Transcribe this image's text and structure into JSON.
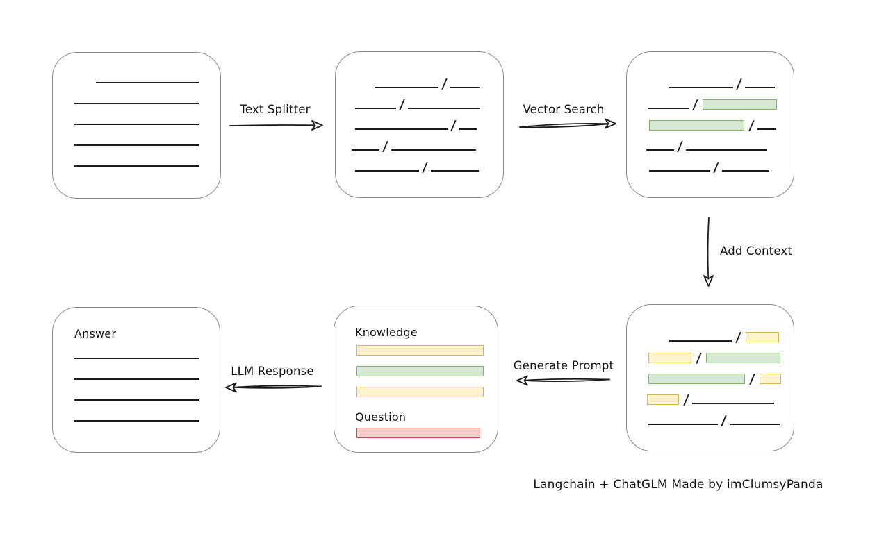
{
  "caption": "Langchain + ChatGLM Made by imClumsyPanda",
  "arrows": {
    "text_splitter": "Text Splitter",
    "vector_search": "Vector Search",
    "add_context": "Add Context",
    "generate_prompt": "Generate Prompt",
    "llm_response": "LLM Response"
  },
  "prompt_box": {
    "knowledge_label": "Knowledge",
    "question_label": "Question"
  },
  "answer_box": {
    "label": "Answer"
  },
  "colors": {
    "ink": "#1b1b1b",
    "box_border": "#8a8a8a",
    "chunk_green_fill": "#d5e8d4",
    "chunk_green_stroke": "#82b366",
    "chunk_yellow_fill": "#fff2cc",
    "chunk_yellow_stroke": "#d6b656",
    "chunk_red_fill": "#f8cecc",
    "chunk_red_stroke": "#b85450"
  },
  "rows": {
    "document": [
      {
        "indent": 31,
        "segments": [
          {
            "t": "line",
            "w": 148
          }
        ]
      },
      {
        "indent": 0,
        "segments": [
          {
            "t": "line",
            "w": 179
          }
        ]
      },
      {
        "indent": 0,
        "segments": [
          {
            "t": "line",
            "w": 179
          }
        ]
      },
      {
        "indent": 0,
        "segments": [
          {
            "t": "line",
            "w": 179
          }
        ]
      },
      {
        "indent": 0,
        "segments": [
          {
            "t": "line",
            "w": 179
          }
        ]
      }
    ],
    "chunks": [
      {
        "indent": 33,
        "segments": [
          {
            "t": "line",
            "w": 92
          },
          {
            "t": "slash"
          },
          {
            "t": "line",
            "w": 43
          }
        ]
      },
      {
        "indent": 5,
        "segments": [
          {
            "t": "line",
            "w": 59
          },
          {
            "t": "slash"
          },
          {
            "t": "line",
            "w": 104
          }
        ]
      },
      {
        "indent": 5,
        "segments": [
          {
            "t": "line",
            "w": 133
          },
          {
            "t": "slash"
          },
          {
            "t": "line",
            "w": 25
          }
        ]
      },
      {
        "indent": 0,
        "segments": [
          {
            "t": "line",
            "w": 40
          },
          {
            "t": "slash"
          },
          {
            "t": "line",
            "w": 122
          }
        ]
      },
      {
        "indent": 5,
        "segments": [
          {
            "t": "line",
            "w": 92
          },
          {
            "t": "slash"
          },
          {
            "t": "line",
            "w": 69
          }
        ]
      }
    ],
    "search_result": [
      {
        "indent": 33,
        "segments": [
          {
            "t": "line",
            "w": 92
          },
          {
            "t": "slash"
          },
          {
            "t": "line",
            "w": 43
          }
        ]
      },
      {
        "indent": 2,
        "segments": [
          {
            "t": "line",
            "w": 60
          },
          {
            "t": "slash"
          },
          {
            "t": "chunk",
            "c": "green",
            "w": 107
          }
        ]
      },
      {
        "indent": 2,
        "segments": [
          {
            "t": "chunk",
            "c": "green",
            "w": 137
          },
          {
            "t": "slash"
          },
          {
            "t": "line",
            "w": 26
          }
        ]
      },
      {
        "indent": 0,
        "segments": [
          {
            "t": "line",
            "w": 40
          },
          {
            "t": "slash"
          },
          {
            "t": "line",
            "w": 117
          }
        ]
      },
      {
        "indent": 4,
        "segments": [
          {
            "t": "line",
            "w": 88
          },
          {
            "t": "slash"
          },
          {
            "t": "line",
            "w": 68
          }
        ]
      }
    ],
    "context": [
      {
        "indent": 33,
        "segments": [
          {
            "t": "line",
            "w": 92
          },
          {
            "t": "slash"
          },
          {
            "t": "chunk",
            "c": "yellow",
            "w": 48
          }
        ]
      },
      {
        "indent": 2,
        "segments": [
          {
            "t": "chunk",
            "c": "yellow",
            "w": 62
          },
          {
            "t": "slash"
          },
          {
            "t": "chunk",
            "c": "green",
            "w": 107
          }
        ]
      },
      {
        "indent": 2,
        "segments": [
          {
            "t": "chunk",
            "c": "green",
            "w": 139
          },
          {
            "t": "slash"
          },
          {
            "t": "chunk",
            "c": "yellow",
            "w": 31
          }
        ]
      },
      {
        "indent": 0,
        "segments": [
          {
            "t": "chunk",
            "c": "yellow",
            "w": 46
          },
          {
            "t": "slash"
          },
          {
            "t": "line",
            "w": 118
          }
        ]
      },
      {
        "indent": 4,
        "segments": [
          {
            "t": "line",
            "w": 100
          },
          {
            "t": "slash"
          },
          {
            "t": "line",
            "w": 72
          }
        ]
      }
    ],
    "knowledge_bars": [
      {
        "indent": 0,
        "segments": [
          {
            "t": "chunk",
            "c": "yellow",
            "w": 183
          }
        ]
      },
      {
        "indent": 0,
        "segments": [
          {
            "t": "chunk",
            "c": "green",
            "w": 183
          }
        ]
      },
      {
        "indent": 0,
        "segments": [
          {
            "t": "chunk",
            "c": "yellow",
            "w": 183
          }
        ]
      }
    ],
    "question_bars": [
      {
        "indent": 0,
        "segments": [
          {
            "t": "chunk",
            "c": "red",
            "w": 178
          }
        ]
      }
    ],
    "answer_lines": [
      {
        "indent": 0,
        "segments": [
          {
            "t": "line",
            "w": 180
          }
        ]
      },
      {
        "indent": 0,
        "segments": [
          {
            "t": "line",
            "w": 180
          }
        ]
      },
      {
        "indent": 0,
        "segments": [
          {
            "t": "line",
            "w": 180
          }
        ]
      },
      {
        "indent": 0,
        "segments": [
          {
            "t": "line",
            "w": 180
          }
        ]
      }
    ]
  }
}
